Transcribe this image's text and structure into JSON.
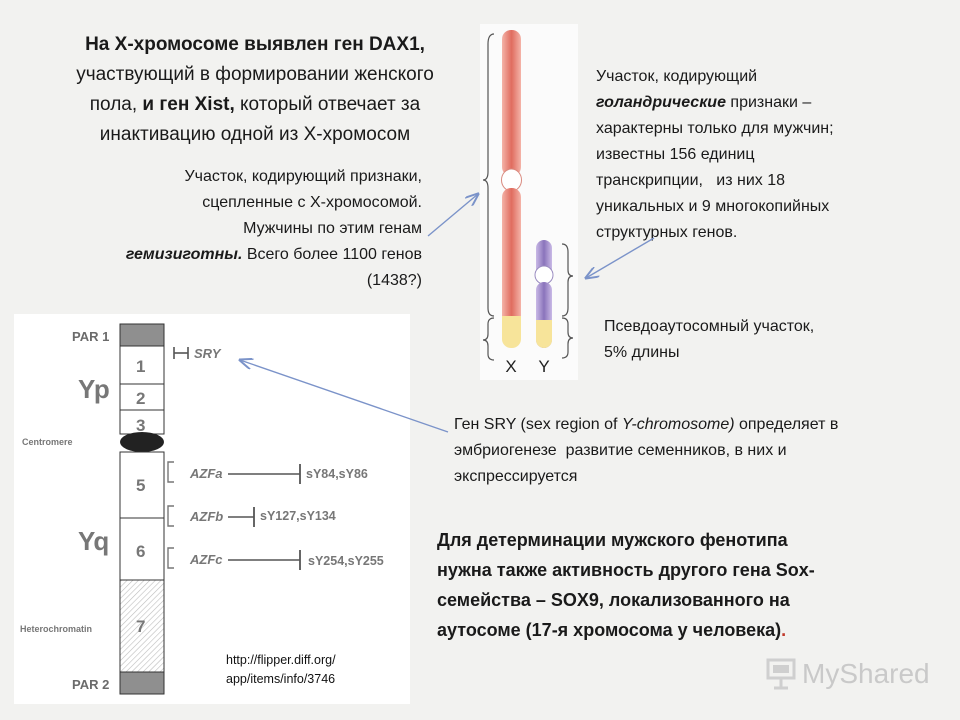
{
  "title": {
    "l1a": "На Х-хромосоме выявлен ген DAX1,",
    "l2": "участвующий в формировании женского",
    "l3a": "пола, ",
    "l3b": "и ген Xist,",
    "l3c": " который отвечает за",
    "l4": "инактивацию одной из Х-хромосом"
  },
  "x_note": {
    "l1": "Участок, кодирующий признаки,",
    "l2": "сцепленные с Х-хромосомой.",
    "l3": "Мужчины по этим генам",
    "l4b": "гемизиготны.",
    "l4": " Всего более 1100 генов",
    "l5": "(1438?)"
  },
  "y_note": {
    "l1": "Участок, кодирующий",
    "l2b": "голандрические",
    "l2": "  признаки –",
    "l3": "характерны только для мужчин;",
    "l4": "известны 156 единиц",
    "l5": "транскрипции,   из них 18",
    "l6": "уникальных и 9 многокопийных",
    "l7": "структурных генов."
  },
  "pseudo_note": {
    "l1": "Псевдоаутосомный участок,",
    "l2": "5% длины"
  },
  "chromosome_photo": {
    "x_label": "X",
    "y_label": "Y"
  },
  "sry_note": {
    "l1a": "Ген SRY (sex region of ",
    "l1i": "Y-chromosome)",
    "l1b": " определяет в",
    "l2": "эмбриогенезе  развитие семенников, в них и",
    "l3": "экспрессируется"
  },
  "sox_note": {
    "l1": "Для детерминации мужского фенотипа",
    "l2": "нужна также активность другого гена Sox-",
    "l3": "семейства – SOX9, локализованного на",
    "l4": "аутосоме (17-я хромосома у человека)",
    "l4end": "."
  },
  "y_map": {
    "par1": "PAR 1",
    "par2": "PAR 2",
    "yp": "Yp",
    "yq": "Yq",
    "centromere": "Centromere",
    "heterochromatin": "Heterochromatin",
    "bands": [
      "1",
      "2",
      "3",
      "5",
      "6",
      "7"
    ],
    "sry": "SRY",
    "azf": [
      {
        "name": "AZFa",
        "markers": "sY84,sY86"
      },
      {
        "name": "AZFb",
        "markers": "sY127,sY134"
      },
      {
        "name": "AZFc",
        "markers": "sY254,sY255"
      }
    ]
  },
  "source_url": {
    "l1": "http://flipper.diff.org/",
    "l2": "app/items/info/3746"
  },
  "watermark": "MyShared",
  "colors": {
    "x_chrom": "#e8847a",
    "y_chrom": "#9b87c4",
    "pseudo_tip": "#f5df8e",
    "arrow": "#7b93c9"
  }
}
